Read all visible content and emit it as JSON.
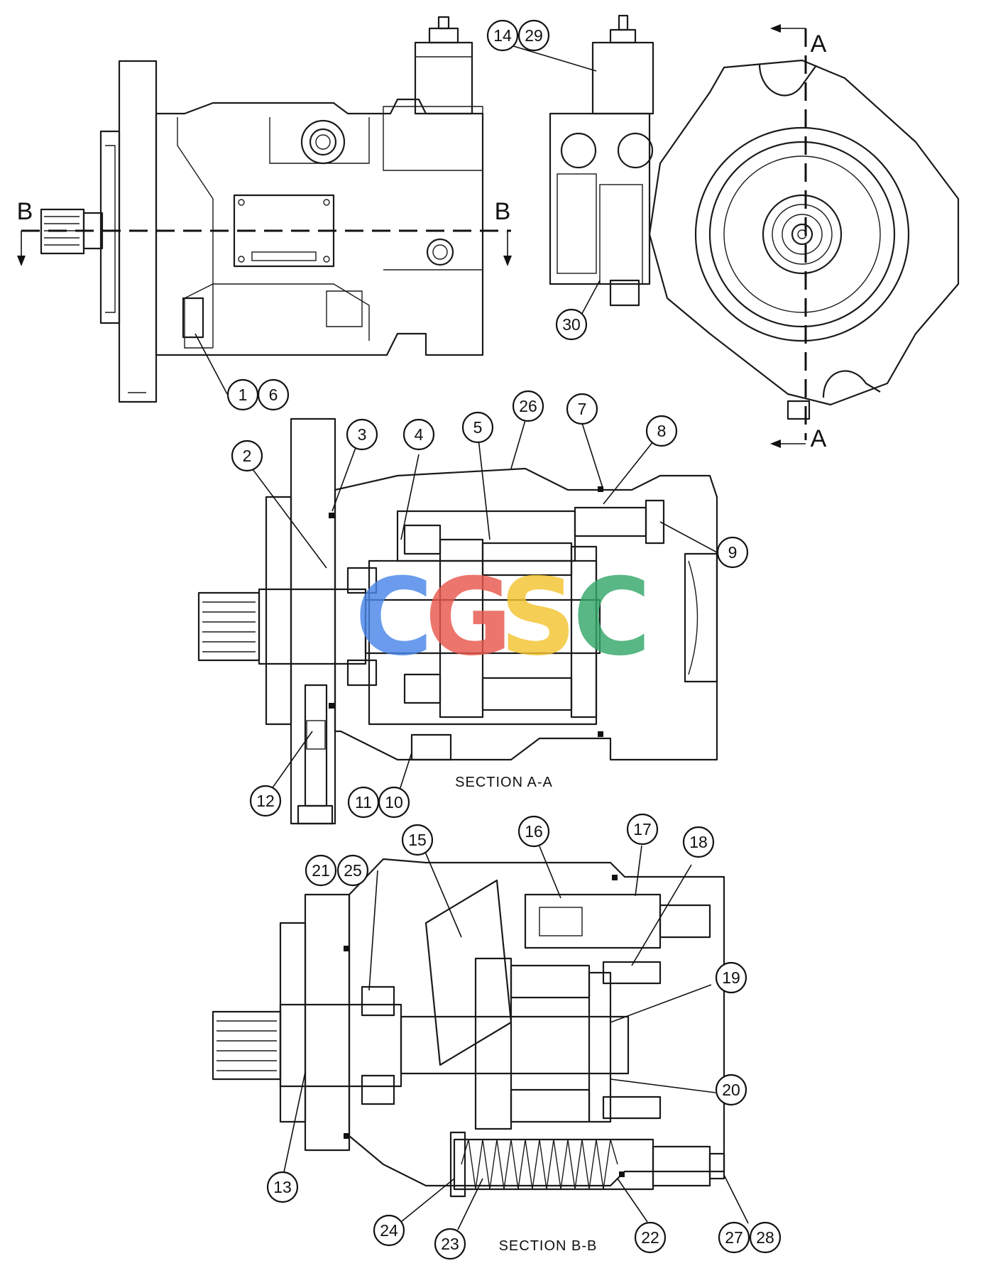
{
  "figure": {
    "section_titles": {
      "section_a": "SECTION A-A",
      "section_b": "SECTION B-B"
    },
    "cut_letters": {
      "a": "A",
      "b": "B"
    },
    "callouts": [
      "1",
      "2",
      "3",
      "4",
      "5",
      "6",
      "7",
      "8",
      "9",
      "10",
      "11",
      "12",
      "13",
      "14",
      "15",
      "16",
      "17",
      "18",
      "19",
      "20",
      "21",
      "22",
      "23",
      "24",
      "25",
      "26",
      "27",
      "28",
      "29",
      "30"
    ],
    "watermark": {
      "letters": [
        "C",
        "G",
        "S",
        "C"
      ],
      "colors": [
        "#4a86e8",
        "#e8594e",
        "#f4c430",
        "#34a86a"
      ]
    }
  }
}
